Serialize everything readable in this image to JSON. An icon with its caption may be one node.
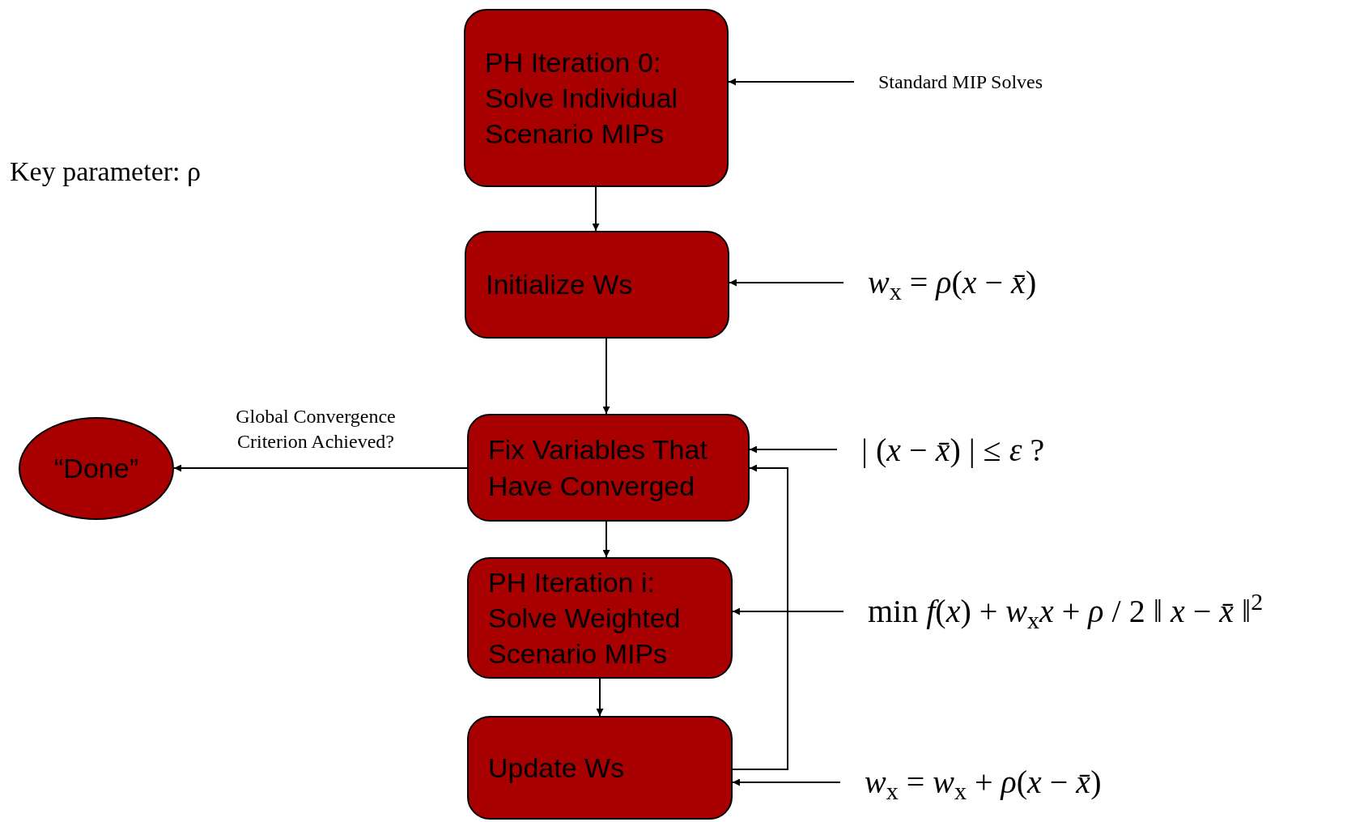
{
  "diagram": {
    "nodes": [
      {
        "text": [
          "PH Iteration 0: Solve Individual Scenario MIPs"
        ]
      },
      {
        "text": [
          "Standard MIP Solves"
        ]
      },
      {
        "text": [
          "Initialize Ws"
        ]
      },
      {
        "text": [
          "*w*$_{x}$ = *ρ*(*x* − *x̄*)"
        ]
      },
      {
        "text": [
          "Fix Variables That Have Converged"
        ]
      },
      {
        "text": [
          "| (*x* − *x̄*) | ≤ *ε* ?"
        ]
      },
      {
        "text": [
          "“Done”"
        ]
      },
      {
        "text": [
          "PH Iteration i: Solve Weighted Scenario MIPs"
        ]
      },
      {
        "text": [
          "min *f*(*x*) + *w*$_{x}$*x* + *ρ* / 2 ‖ *x* − *x̄* ‖$^{2}$"
        ]
      },
      {
        "text": [
          "Update Ws"
        ]
      },
      {
        "text": [
          "*w*$_{x}$ = *w*$_{x}$ + *ρ*(*x* − *x̄*)"
        ]
      }
    ],
    "edges": [
      {
        "from": 0,
        "to": 2,
        "arrow": "to"
      },
      {
        "from": 2,
        "to": 4,
        "arrow": "to"
      },
      {
        "from": 4,
        "to": 7,
        "arrow": "to"
      },
      {
        "from": 7,
        "to": 9,
        "arrow": "to"
      },
      {
        "from": 9,
        "to": 4,
        "arrow": "to"
      },
      {
        "from": 1,
        "to": 0,
        "arrow": "to"
      },
      {
        "from": 3,
        "to": 2,
        "arrow": "to"
      },
      {
        "from": 5,
        "to": 4,
        "arrow": "to"
      },
      {
        "from": 8,
        "to": 7,
        "arrow": "to"
      },
      {
        "from": 10,
        "to": 9,
        "arrow": "to"
      },
      {
        "from": 4,
        "to": 6,
        "arrow": "to",
        "label": "Global Convergence Criterion Achieved?"
      }
    ],
    "labels": [
      "Key parameter: ρ"
    ]
  }
}
